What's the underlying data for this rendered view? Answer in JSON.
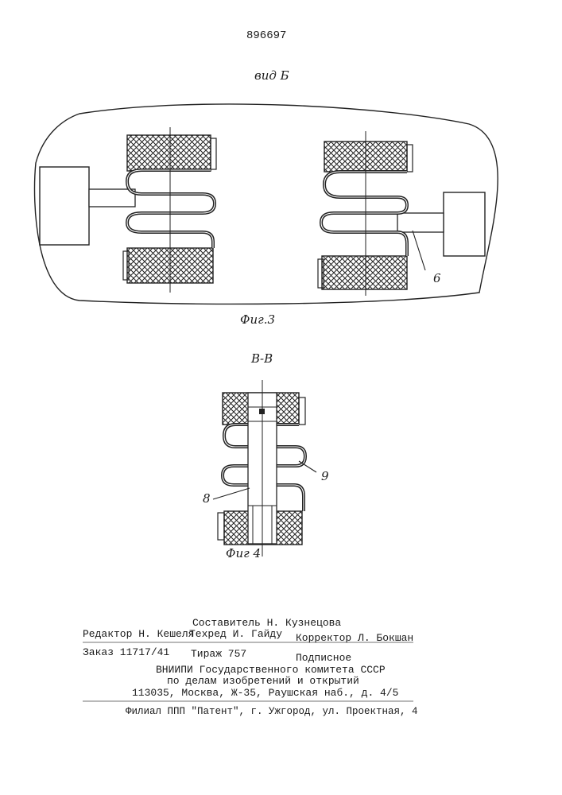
{
  "page_number": "896697",
  "fig3": {
    "view_label": "вид Б",
    "caption": "Фиг.3",
    "callout": "6"
  },
  "fig4": {
    "section_label": "В-В",
    "caption": "Фиг 4",
    "callout_8": "8",
    "callout_9": "9"
  },
  "imprint": {
    "composer": "Составитель Н. Кузнецова",
    "editor": "Редактор Н. Кешеля",
    "techred": "Техред И. Гайду",
    "corrector": "Корректор Л. Бокшан",
    "order": "Заказ 11717/41",
    "circulation": "Тираж 757",
    "subscription": "Подписное",
    "org1": "ВНИИПИ Государственного комитета СССР",
    "org2": "по делам изобретений и открытий",
    "address": "113035, Москва, Ж-35, Раушская наб., д. 4/5",
    "branch": "Филиал ППП \"Патент\", г. Ужгород, ул. Проектная, 4"
  }
}
